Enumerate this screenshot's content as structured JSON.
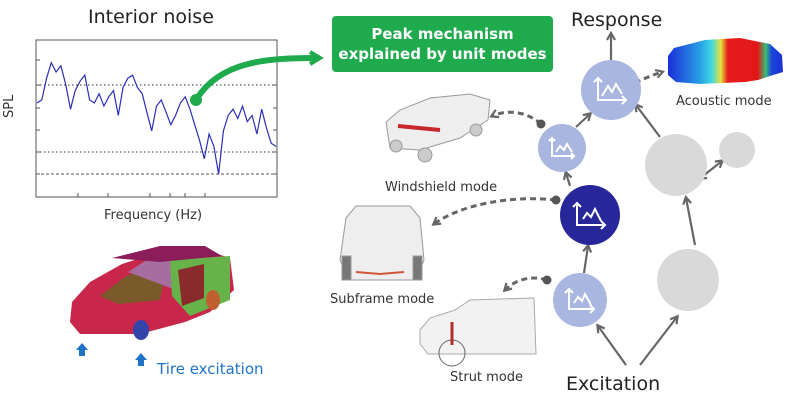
{
  "chart": {
    "title": "Interior noise",
    "xlabel": "Frequency (Hz)",
    "ylabel": "SPL"
  },
  "chart_data": {
    "type": "line",
    "title": "Interior noise",
    "xlabel": "Frequency (Hz)",
    "ylabel": "SPL",
    "xlim": [
      0,
      100
    ],
    "ylim": [
      0,
      100
    ],
    "grid": "dotted horizontal",
    "series": [
      {
        "name": "SPL",
        "color": "#2b2fb5",
        "x": [
          0,
          2,
          4,
          6,
          8,
          10,
          12,
          14,
          16,
          18,
          20,
          22,
          24,
          26,
          28,
          30,
          32,
          34,
          36,
          38,
          40,
          42,
          44,
          46,
          48,
          50,
          52,
          54,
          56,
          58,
          60,
          62,
          64,
          66,
          68,
          70,
          72,
          74,
          76,
          78,
          80,
          82,
          84,
          86,
          88,
          90,
          92,
          94,
          96,
          98,
          100
        ],
        "y": [
          60,
          62,
          76,
          86,
          80,
          84,
          72,
          56,
          68,
          74,
          78,
          62,
          60,
          66,
          58,
          64,
          68,
          52,
          70,
          76,
          78,
          70,
          66,
          54,
          42,
          58,
          62,
          54,
          46,
          52,
          60,
          64,
          56,
          46,
          36,
          24,
          40,
          32,
          14,
          42,
          52,
          56,
          50,
          58,
          48,
          52,
          40,
          56,
          44,
          34,
          32
        ]
      }
    ]
  },
  "green_box": {
    "line1": "Peak mechanism",
    "line2": "explained by unit modes"
  },
  "labels": {
    "response": "Response",
    "excitation": "Excitation",
    "acoustic_mode": "Acoustic mode",
    "windshield_mode": "Windshield mode",
    "subframe_mode": "Subframe mode",
    "strut_mode": "Strut mode",
    "tire_excitation": "Tire excitation"
  },
  "colors": {
    "green": "#1faa4e",
    "light_node": "#a9b7e0",
    "dark_node": "#27279a",
    "grey_node": "#d9d9d9",
    "arrow": "#666666",
    "blue_text": "#1f73c7"
  }
}
